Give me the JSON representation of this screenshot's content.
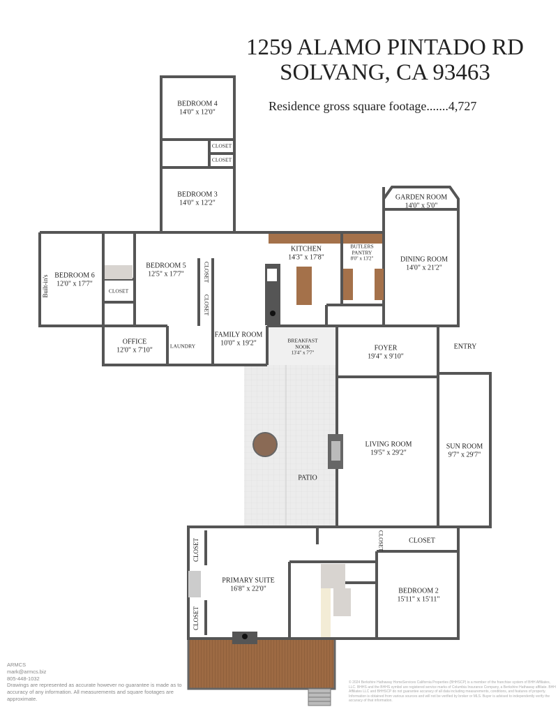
{
  "header": {
    "address_line1": "1259 ALAMO PINTADO RD",
    "address_line2": "SOLVANG, CA 93463",
    "square_footage": "Residence gross square footage.......4,727"
  },
  "rooms": {
    "bedroom4": {
      "name": "BEDROOM 4",
      "dim": "14'0\" x 12'0\""
    },
    "bedroom3": {
      "name": "BEDROOM 3",
      "dim": "14'0\" x 12'2\""
    },
    "bedroom6": {
      "name": "BEDROOM 6",
      "dim": "12'0\" x 17'7\""
    },
    "bedroom5": {
      "name": "BEDROOM 5",
      "dim": "12'5\" x 17'7\""
    },
    "office": {
      "name": "OFFICE",
      "dim": "12'0\" x 7'10\""
    },
    "laundry": {
      "name": "LAUNDRY"
    },
    "family_room": {
      "name": "FAMILY ROOM",
      "dim": "10'0\" x 19'2\""
    },
    "kitchen": {
      "name": "KITCHEN",
      "dim": "14'3\" x 17'8\""
    },
    "butlers_pantry": {
      "name": "BUTLERS PANTRY",
      "dim": "8'0\" x 13'2\""
    },
    "garden_room": {
      "name": "GARDEN ROOM",
      "dim": "14'0\" x 5'0\""
    },
    "dining_room": {
      "name": "DINING ROOM",
      "dim": "14'0\" x 21'2\""
    },
    "breakfast_nook": {
      "name": "BREAKFAST NOOK",
      "dim": "13'4\" x 7'7\""
    },
    "foyer": {
      "name": "FOYER",
      "dim": "19'4\" x 9'10\""
    },
    "entry": {
      "name": "ENTRY"
    },
    "patio": {
      "name": "PATIO"
    },
    "living_room": {
      "name": "LIVING ROOM",
      "dim": "19'5\" x 29'2\""
    },
    "sun_room": {
      "name": "SUN ROOM",
      "dim": "9'7\" x 29'7\""
    },
    "primary_suite": {
      "name": "PRIMARY SUITE",
      "dim": "16'8\" x 22'0\""
    },
    "bedroom2": {
      "name": "BEDROOM 2",
      "dim": "15'11\" x 15'11\""
    }
  },
  "labels": {
    "closet": "CLOSET",
    "built_ins": "Built-in's"
  },
  "footer": {
    "company": "ARMCS",
    "email": "mark@armcs.biz",
    "phone": "805-448-1032",
    "disclaimer": "Drawings are represented as accurate however no guarantee is made as to accuracy of any information. All measurements and square footages are approximate.",
    "legal": "© 2024 Berkshire Hathaway HomeServices California Properties (BHHSCP) is a member of the franchise system of BHH Affiliates, LLC. BHHS and the BHHS symbol are registered service marks of Columbia Insurance Company, a Berkshire Hathaway affiliate. BHH Affiliates LLC and BHHSCP do not guarantee accuracy of all data including measurements, conditions, and features of property. Information is obtained from various sources and will not be verified by broker or MLS. Buyer is advised to independently verify the accuracy of that information."
  },
  "colors": {
    "wall": "#555555",
    "counter": "#a4714a",
    "deck": "#9a6740",
    "patio": "#ebebeb",
    "tile": "#d8d4d0"
  }
}
